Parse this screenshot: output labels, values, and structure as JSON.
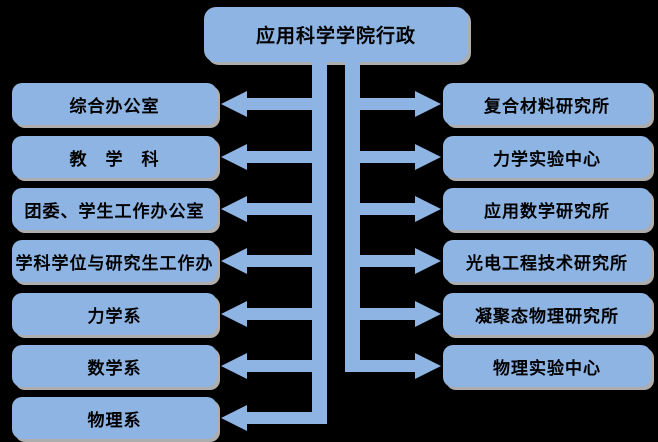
{
  "diagram": {
    "type": "org-chart",
    "title": "应用科学学院行政",
    "left_branches": [
      "综合办公室",
      "教　学　科",
      "团委、学生工作办公室",
      "学科学位与研究生工作办",
      "力学系",
      "数学系",
      "物理系"
    ],
    "right_branches": [
      "复合材料研究所",
      "力学实验中心",
      "应用数学研究所",
      "光电工程技术研究所",
      "凝聚态物理研究所",
      "物理实验中心"
    ],
    "colors": {
      "background": "#000000",
      "box_fill": "#8DB4E2",
      "connector": "#8DB4E2",
      "shadow": "#ADADAD",
      "text": "#000000"
    }
  }
}
